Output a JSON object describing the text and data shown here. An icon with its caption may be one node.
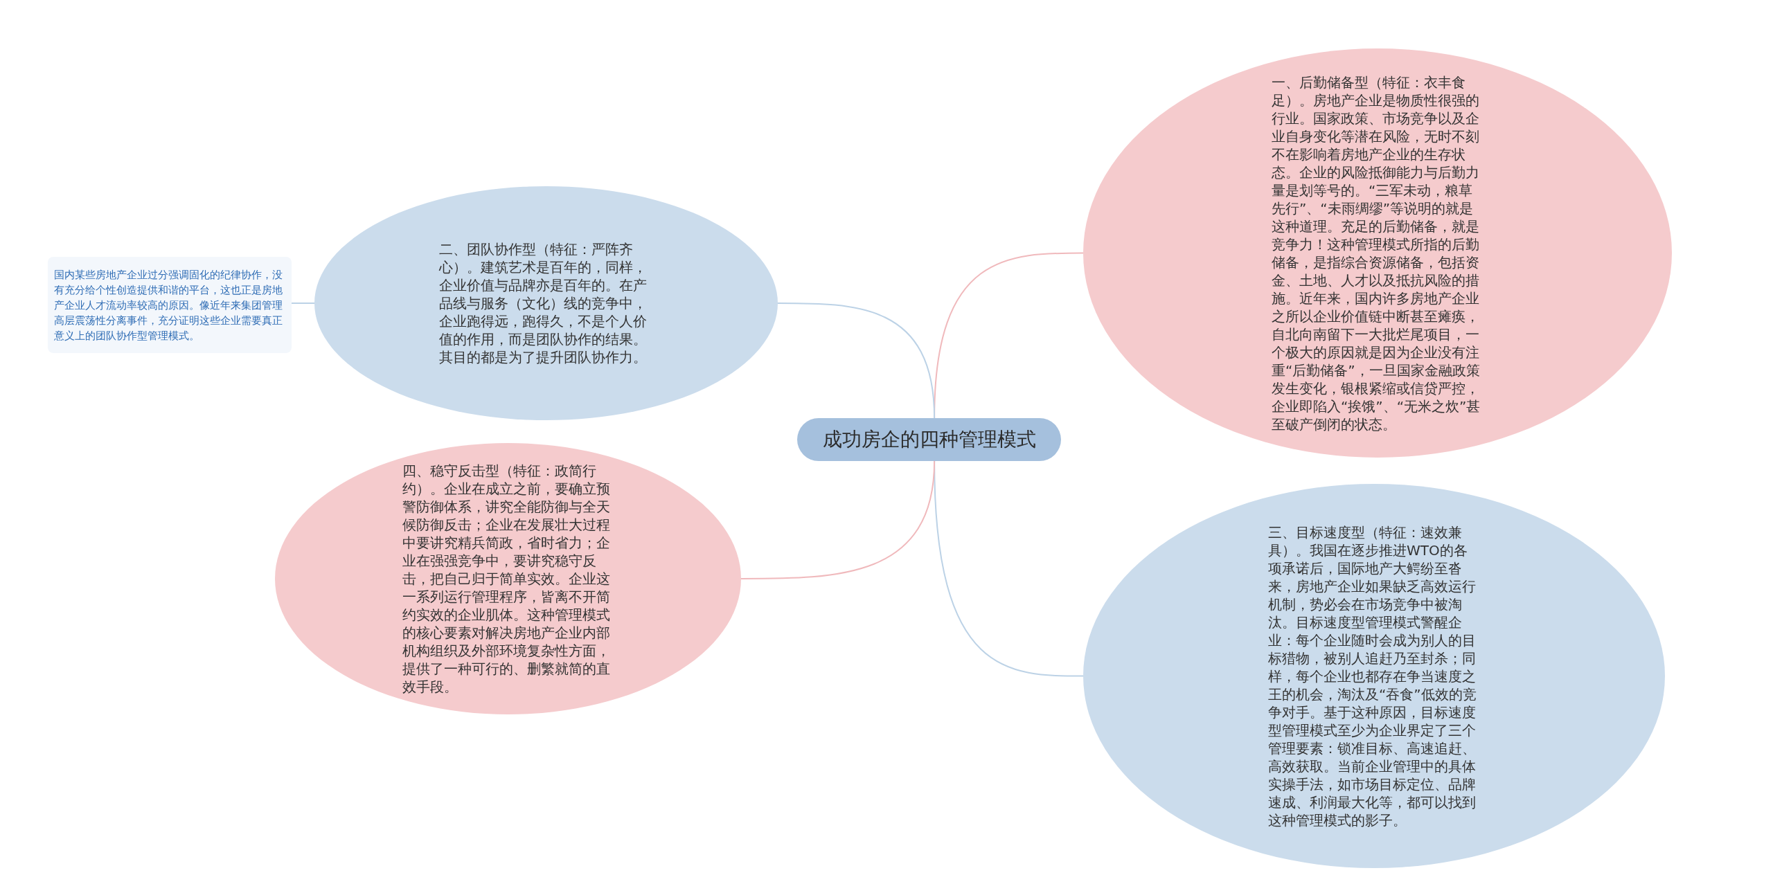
{
  "diagram": {
    "nodes": [
      {
        "text": [
          "成功房企的四种管理模式"
        ]
      },
      {
        "text": [
          "二、团队协作型（特征：严阵齐心）。建筑艺术是百年的，同样，企业价值与品牌亦是百年的。在产品线与服务（文化）线的竞争中，企业跑得远，跑得久，不是个人价值的作用，而是团队协作的结果。其目的都是为了提升团队协作力。"
        ]
      },
      {
        "text": [
          "国内某些房地产企业过分强调固化的纪律协作，没有充分给个性创造提供和谐的平台，这也正是房地产企业人才流动率较高的原因。像近年来集团管理高层震荡性分离事件，充分证明这些企业需要真正意义上的团队协作型管理模式。"
        ]
      },
      {
        "text": [
          "四、稳守反击型（特征：政简行约）。企业在成立之前，要确立预警防御体系，讲究全能防御与全天候防御反击；企业在发展壮大过程中要讲究精兵简政，省时省力；企业在强强竞争中，要讲究稳守反击，把自己归于简单实效。企业这一系列运行管理程序，皆离不开简约实效的企业肌体。这种管理模式的核心要素对解决房地产企业内部机构组织及外部环境复杂性方面，提供了一种可行的、删繁就简的直效手段。"
        ]
      },
      {
        "text": [
          "一、后勤储备型（特征：衣丰食足）。房地产企业是物质性很强的行业。国家政策、市场竞争以及企业自身变化等潜在风险，无时不刻不在影响着房地产企业的生存状态。企业的风险抵御能力与后勤力量是划等号的。“三军未动，粮草先行”、“未雨绸缪”等说明的就是这种道理。充足的后勤储备，就是竞争力！这种管理模式所指的后勤储备，是指综合资源储备，包括资金、土地、人才以及抵抗风险的措施。近年来，国内许多房地产企业之所以企业价值链中断甚至瘫痪，自北向南留下一大批烂尾项目，一个极大的原因就是因为企业没有注重“后勤储备”，一旦国家金融政策发生变化，银根紧缩或信贷严控，企业即陷入“挨饿”、“无米之炊”甚至破产倒闭的状态。"
        ]
      },
      {
        "text": [
          "三、目标速度型（特征：速效兼具）。我国在逐步推进WTO的各项承诺后，国际地产大鳄纷至沓来，房地产企业如果缺乏高效运行机制，势必会在市场竞争中被淘汰。目标速度型管理模式警醒企业：每个企业随时会成为别人的目标猎物，被别人追赶乃至封杀；同样，每个企业也都存在争当速度之王的机会，淘汰及“吞食”低效的竞争对手。基于这种原因，目标速度型管理模式至少为企业界定了三个管理要素：锁准目标、高速追赶、高效获取。当前企业管理中的具体实操手法，如市场目标定位、品牌速成、利润最大化等，都可以找到这种管理模式的影子。"
        ]
      }
    ],
    "edges": [
      {
        "from": 0,
        "to": 4,
        "arrow": "none",
        "color": "#f0b9bc"
      },
      {
        "from": 0,
        "to": 1,
        "arrow": "none"
      },
      {
        "from": 1,
        "to": 2,
        "arrow": "none"
      },
      {
        "from": 0,
        "to": 5,
        "arrow": "none"
      },
      {
        "from": 0,
        "to": 3,
        "arrow": "none",
        "color": "#f0b9bc"
      }
    ]
  }
}
